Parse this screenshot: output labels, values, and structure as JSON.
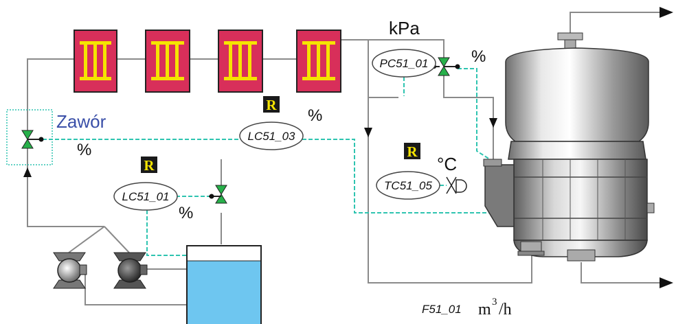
{
  "labels": {
    "kpa": "kPa",
    "pct_pc": "%",
    "pct_lc03": "%",
    "pct_zawor": "%",
    "pct_lc01": "%",
    "zawor": "Zawór",
    "degc": "°C",
    "flow_tag": "F51_01",
    "flow_unit_m": "m",
    "flow_unit_exp": "3",
    "flow_unit_h": "/h"
  },
  "controllers": {
    "pc51_01": "PC51_01",
    "lc51_03": "LC51_03",
    "lc51_01": "LC51_01",
    "tc51_05": "TC51_05"
  },
  "badges": {
    "r1": "R",
    "r2": "R",
    "r3": "R"
  },
  "colors": {
    "pipe": "#8a8a8a",
    "signal": "#2ec4b0",
    "heater_fill": "#d82f5a",
    "heater_bars": "#f5e400",
    "valve": "#27b04a",
    "tank_water": "#6ec6f0",
    "badge_bg": "#1a1a1a",
    "badge_fg": "#f5e400"
  }
}
